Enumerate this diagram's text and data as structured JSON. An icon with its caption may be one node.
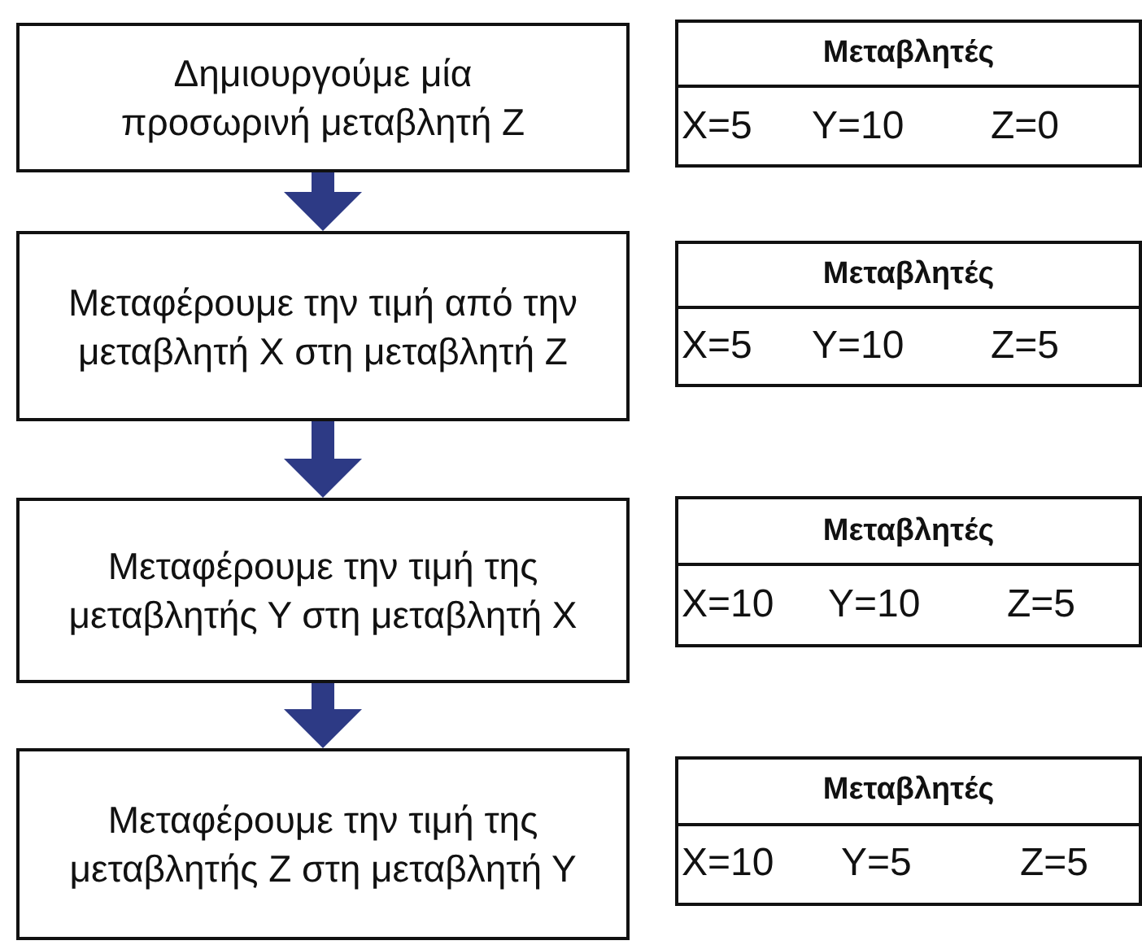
{
  "diagram": {
    "nodes": [
      {
        "text": [
          "Δημιουργούμε μία προσωρινή μεταβλητή Ζ"
        ]
      },
      {
        "text": [
          "Μεταβλητές",
          "X=5",
          "Y=10",
          "Z=0"
        ]
      },
      {
        "text": [
          "Μεταφέρουμε την τιμή από την μεταβλητή Χ στη μεταβλητή Ζ"
        ]
      },
      {
        "text": [
          "Μεταβλητές",
          "X=5",
          "Y=10",
          "Z=5"
        ]
      },
      {
        "text": [
          "Μεταφέρουμε την τιμή της μεταβλητής Υ στη μεταβλητή Χ"
        ]
      },
      {
        "text": [
          "Μεταβλητές",
          "X=10",
          "Y=10",
          "Z=5"
        ]
      },
      {
        "text": [
          "Μεταφέρουμε την τιμή της μεταβλητής Ζ στη μεταβλητή Υ"
        ]
      },
      {
        "text": [
          "Μεταβλητές",
          "X=10",
          "Y=5",
          "Z=5"
        ]
      }
    ],
    "edges": [
      {
        "from": 0,
        "to": 2,
        "arrow": "to"
      },
      {
        "from": 2,
        "to": 4,
        "arrow": "to"
      },
      {
        "from": 4,
        "to": 6,
        "arrow": "to"
      }
    ]
  }
}
